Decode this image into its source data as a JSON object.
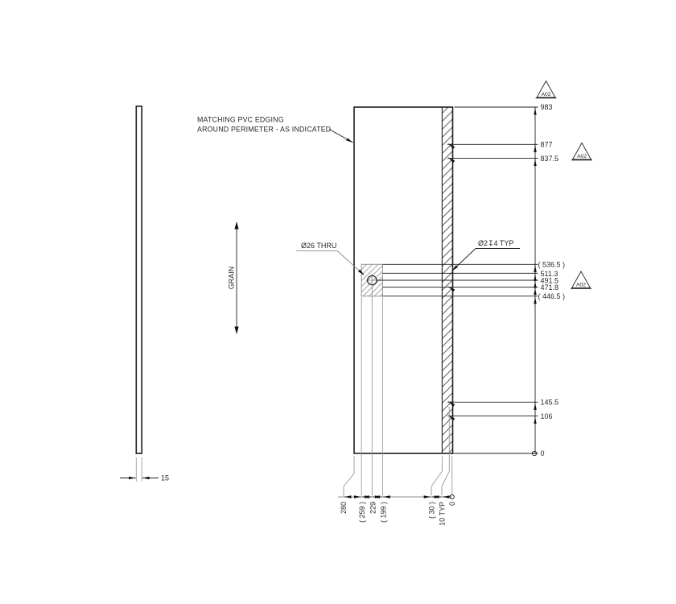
{
  "drawing": {
    "edging_note_line1": "MATCHING PVC EDGING",
    "edging_note_line2": "AROUND PERIMETER - AS INDICATED",
    "grain_label": "GRAIN",
    "thickness_dim": "15",
    "thru_hole_label": "Ø26 THRU",
    "pilot_hole_label": "Ø2↧4 TYP",
    "revision_flag": "A02",
    "right_dims": [
      "983",
      "877",
      "837.5",
      "( 536.5 )",
      "511.3",
      "491.5",
      "471.8",
      "( 446.5 )",
      "145.5",
      "106",
      "0"
    ],
    "bottom_dims": [
      "280",
      "( 259 )",
      "229",
      "( 199 )",
      "( 30 )",
      "10 TYP",
      "0"
    ]
  },
  "colors": {
    "line": "#1d1d1d",
    "auxiliary_line": "#989898",
    "dim_text": "#26262e",
    "background": "#ffffff"
  }
}
